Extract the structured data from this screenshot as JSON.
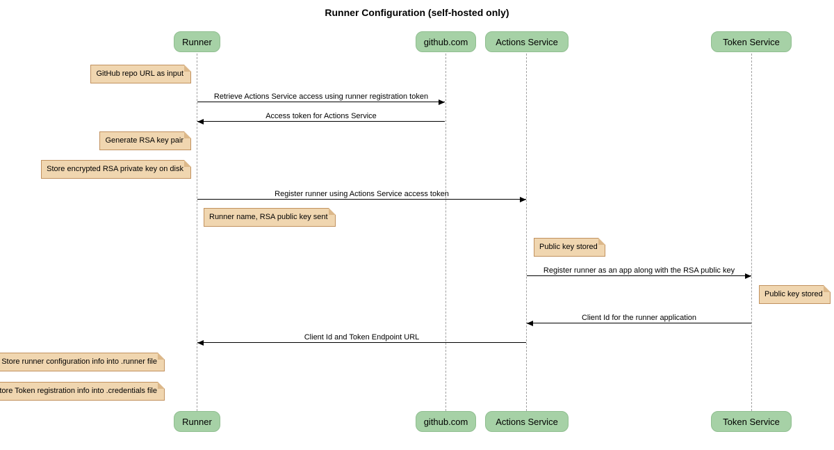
{
  "title": "Runner Configuration (self-hosted only)",
  "participants": [
    {
      "label": "Runner"
    },
    {
      "label": "github.com"
    },
    {
      "label": "Actions Service"
    },
    {
      "label": "Token Service"
    }
  ],
  "notes": [
    {
      "text": "GitHub repo URL as input",
      "anchor": "left of Runner"
    },
    {
      "text": "Generate RSA key pair",
      "anchor": "left of Runner"
    },
    {
      "text": "Store encrypted RSA private key on disk",
      "anchor": "left of Runner"
    },
    {
      "text": "Runner name, RSA public key sent",
      "anchor": "right of Runner"
    },
    {
      "text": "Public key stored",
      "anchor": "right of Actions Service"
    },
    {
      "text": "Public key stored",
      "anchor": "right of Token Service"
    },
    {
      "text": "Store runner configuration info into .runner file",
      "anchor": "left of Runner"
    },
    {
      "text": "Store Token registration info into .credentials file",
      "anchor": "left of Runner"
    }
  ],
  "messages": [
    {
      "text": "Retrieve Actions Service access using runner registration token",
      "from": "Runner",
      "to": "github.com"
    },
    {
      "text": "Access token for Actions Service",
      "from": "github.com",
      "to": "Runner"
    },
    {
      "text": "Register runner using Actions Service access token",
      "from": "Runner",
      "to": "Actions Service"
    },
    {
      "text": "Register runner as an app along with the RSA public key",
      "from": "Actions Service",
      "to": "Token Service"
    },
    {
      "text": "Client Id for the runner application",
      "from": "Token Service",
      "to": "Actions Service"
    },
    {
      "text": "Client Id and Token Endpoint URL",
      "from": "Actions Service",
      "to": "Runner"
    }
  ],
  "colors": {
    "participant_fill": "#a6d1a6",
    "participant_border": "#8fbe8f",
    "note_fill": "#f0d6b0",
    "note_border": "#c1915e",
    "lifeline": "#a0a0a0",
    "arrow": "#000000",
    "background": "#ffffff"
  }
}
